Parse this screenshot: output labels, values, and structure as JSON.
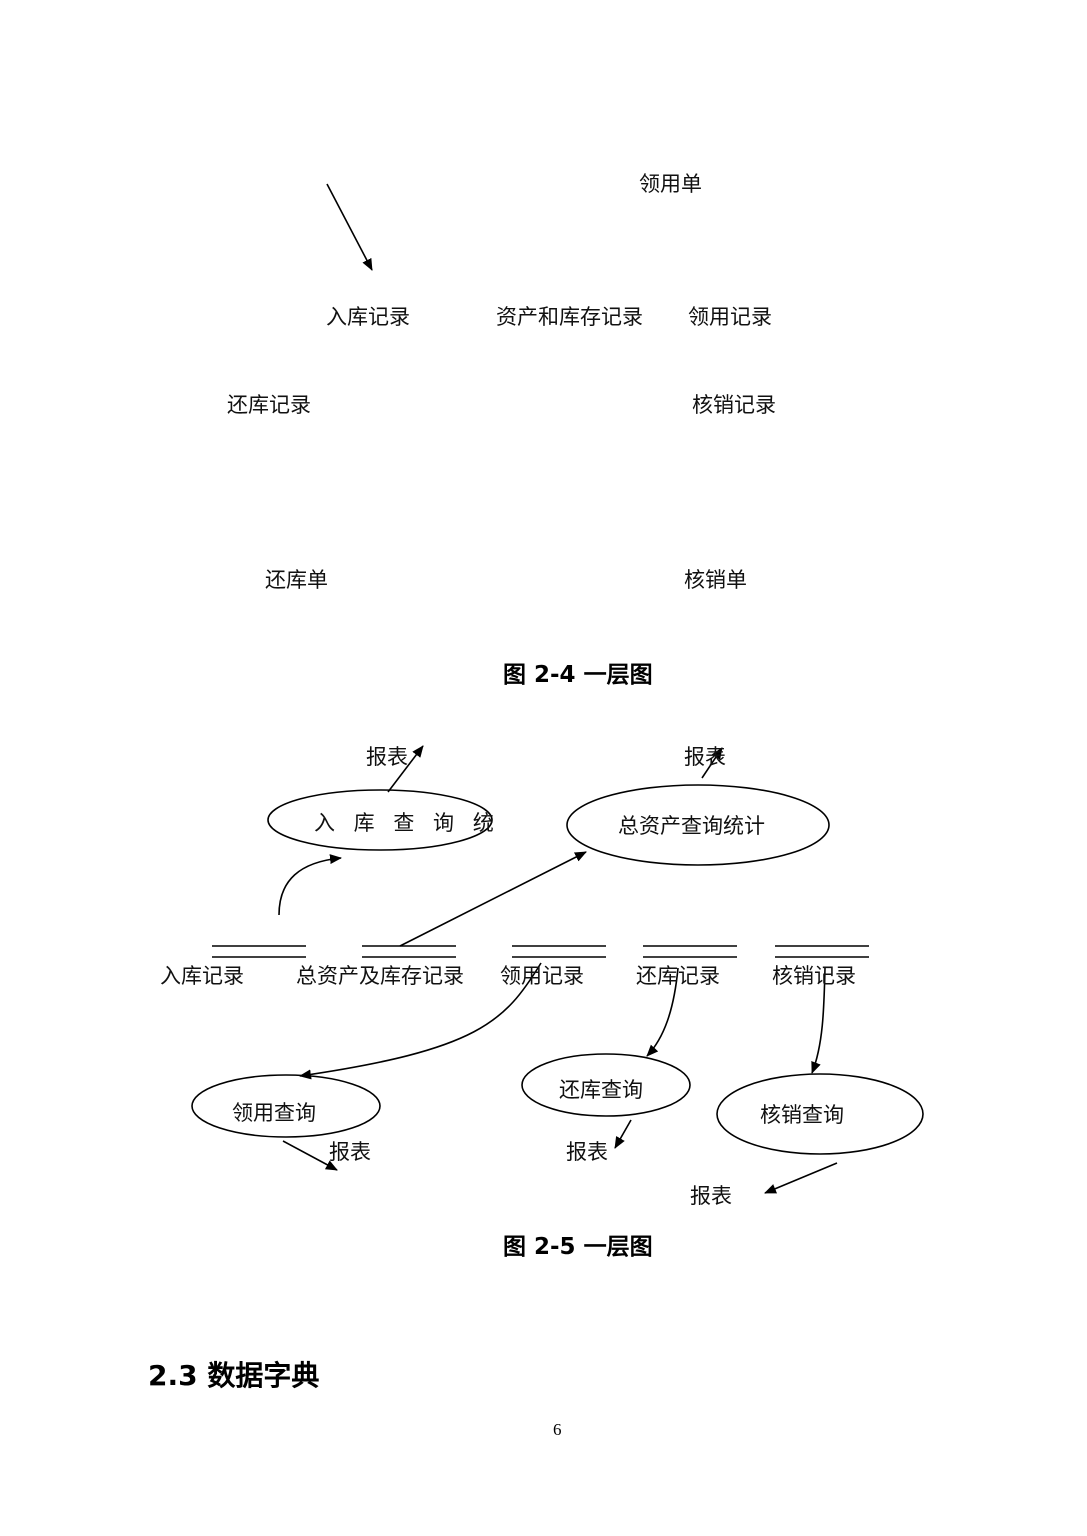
{
  "figure_2_4": {
    "labels": {
      "lingyongdan": "领用单",
      "ruku_jilu": "入库记录",
      "zichan_kucun_jilu": "资产和库存记录",
      "lingyong_jilu": "领用记录",
      "huanku_jilu": "还库记录",
      "hexiao_jilu": "核销记录",
      "huankudan": "还库单",
      "hexiaodan": "核销单"
    },
    "caption": "图 2-4  一层图"
  },
  "figure_2_5": {
    "processes": {
      "ruku_chaxun": "入 库 查 询 统",
      "zongzichan_chaxun": "总资产查询统计",
      "lingyong_chaxun": "领用查询",
      "huanku_chaxun": "还库查询",
      "hexiao_chaxun": "核销查询"
    },
    "stores": {
      "ruku_jilu": "入库记录",
      "zongzichan_kucun_jilu": "总资产及库存记录",
      "lingyong_jilu": "领用记录",
      "huanku_jilu": "还库记录",
      "hexiao_jilu": "核销记录"
    },
    "outputs": {
      "baobiao": "报表"
    },
    "caption": "图 2-5  一层图"
  },
  "section_heading": "2.3  数据字典",
  "page_number": "6"
}
